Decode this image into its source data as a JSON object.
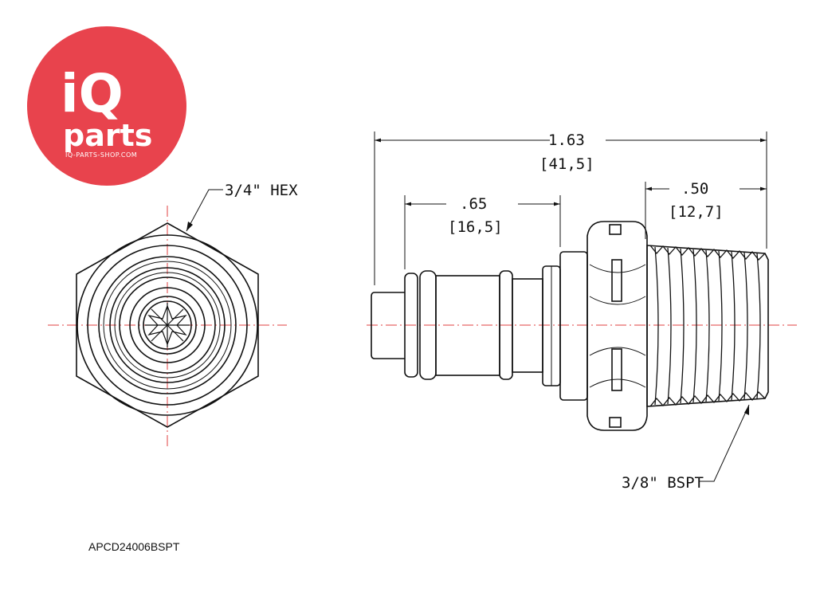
{
  "logo": {
    "brand_main": "iQ",
    "brand_sub": "parts",
    "url_text": "IQ-PARTS-SHOP.COM",
    "color": "#e8434d"
  },
  "part_number": "APCD24006BSPT",
  "dimensions": {
    "hex_label": "3/4\" HEX",
    "overall_in": "1.63",
    "overall_mm": "[41,5]",
    "body_in": ".65",
    "body_mm": "[16,5]",
    "thread_len_in": ".50",
    "thread_len_mm": "[12,7]",
    "thread_label": "3/8\" BSPT"
  },
  "colors": {
    "line": "#111111",
    "centerline": "#e04040"
  }
}
